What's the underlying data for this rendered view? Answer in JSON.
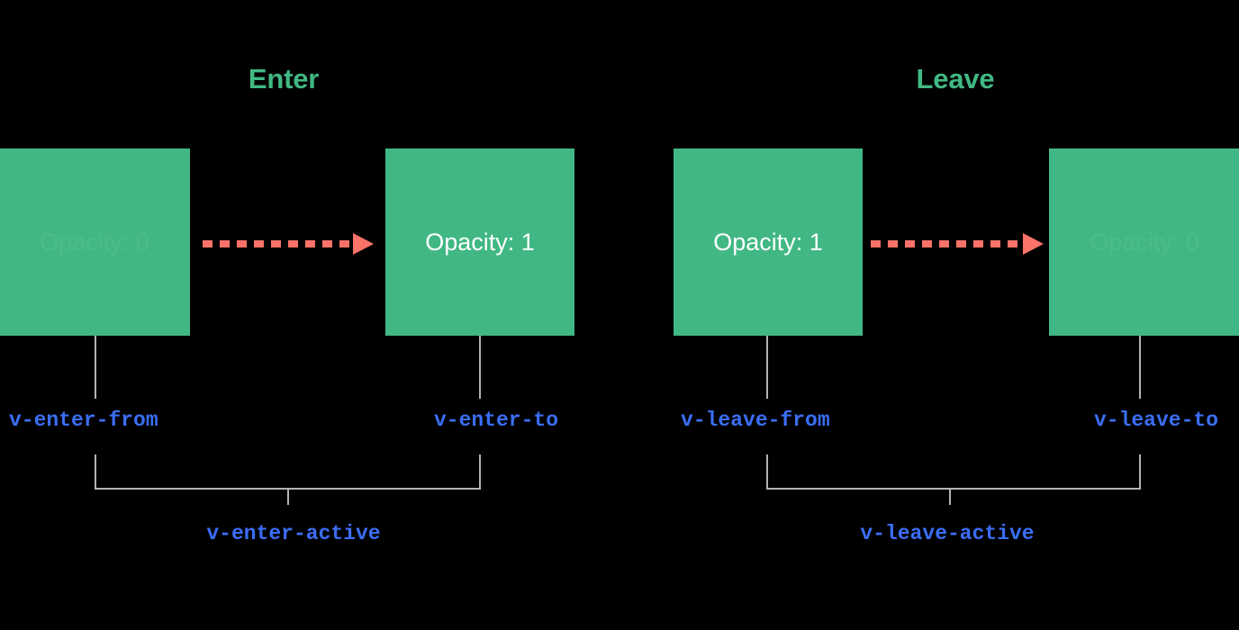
{
  "diagram": {
    "title_enter": "Enter",
    "title_leave": "Leave",
    "background_color": "#000000",
    "box_color": "#41b883",
    "arrow_color": "#fa7268",
    "label_color": "#3b6ef5",
    "connector_color": "#b3b3b3",
    "heading_color": "#41b883"
  },
  "enter": {
    "heading": "Enter",
    "from_box": {
      "text": "Opacity: 0",
      "faded": true
    },
    "to_box": {
      "text": "Opacity: 1",
      "faded": false
    },
    "from_label": "v-enter-from",
    "to_label": "v-enter-to",
    "active_label": "v-enter-active"
  },
  "leave": {
    "heading": "Leave",
    "from_box": {
      "text": "Opacity: 1",
      "faded": false
    },
    "to_box": {
      "text": "Opacity: 0",
      "faded": true
    },
    "from_label": "v-leave-from",
    "to_label": "v-leave-to",
    "active_label": "v-leave-active"
  }
}
